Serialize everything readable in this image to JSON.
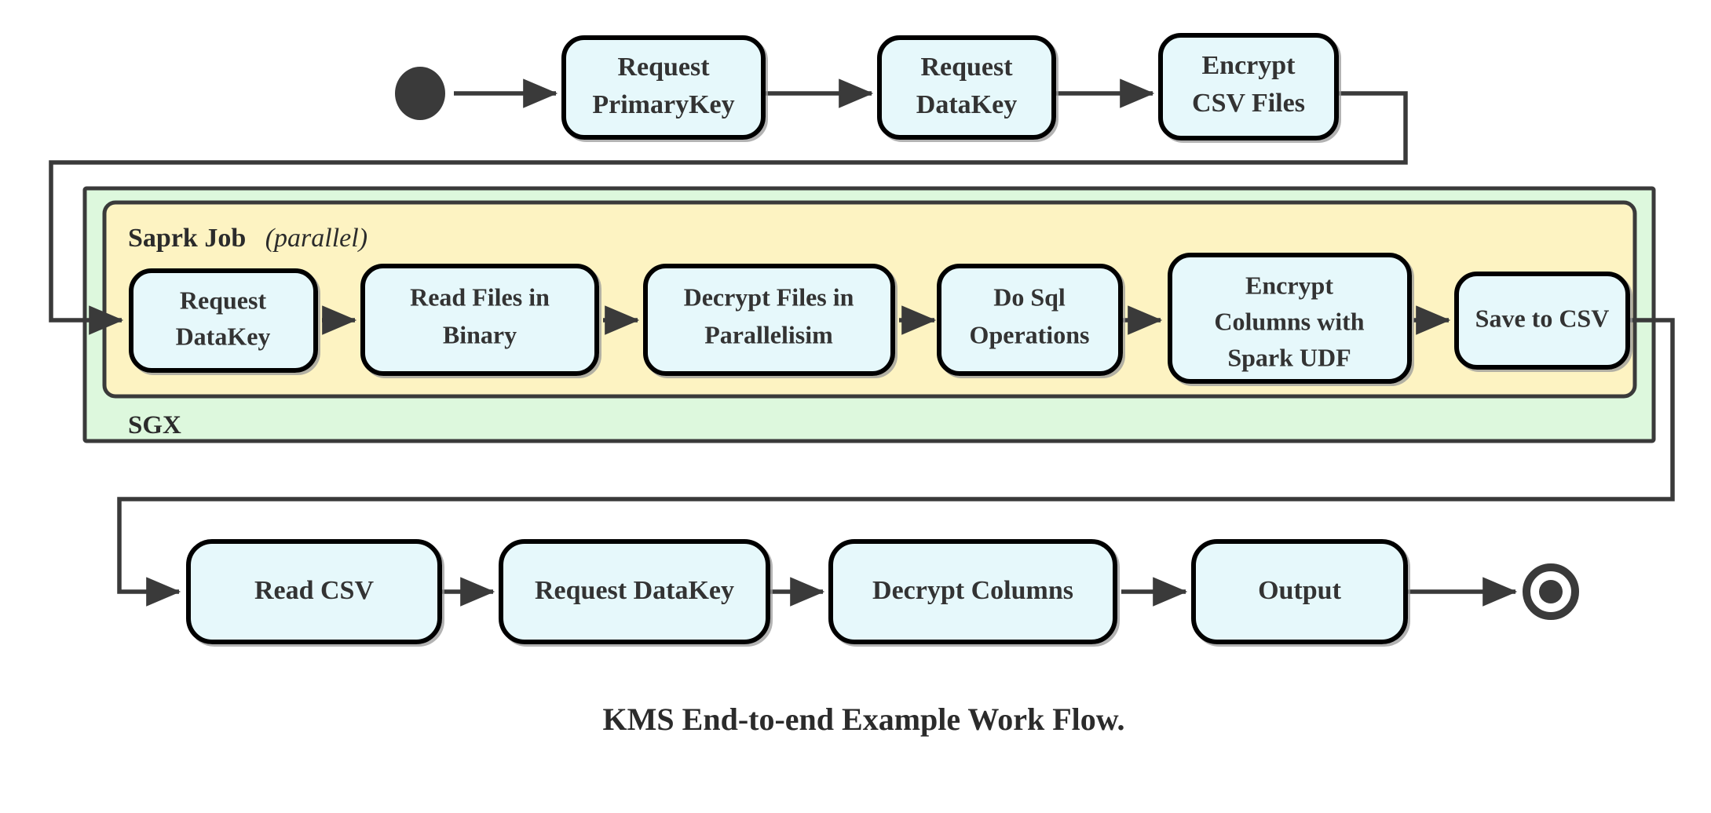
{
  "diagram": {
    "caption": "KMS End-to-end Example Work Flow.",
    "colors": {
      "node_fill": "#e6f8fb",
      "node_stroke": "#000000",
      "sgx_fill": "#ddf8dd",
      "spark_fill": "#fdf3c2",
      "container_stroke": "#3a3a3a",
      "edge": "#3a3a3a",
      "text": "#333333",
      "background": "#ffffff"
    },
    "containers": [
      {
        "id": "sgx",
        "label": "SGX",
        "fill": "#ddf8dd"
      },
      {
        "id": "spark",
        "label": "Saprk Job",
        "qualifier": "(parallel)",
        "qualifier_italic_text": "parallel",
        "fill": "#fdf3c2"
      }
    ],
    "start_node": {
      "name": "start",
      "shape": "filled-circle"
    },
    "end_node": {
      "name": "end",
      "shape": "donut-circle"
    },
    "rows": [
      {
        "id": "row-top",
        "nodes": [
          {
            "id": "request-primarykey",
            "lines": [
              "Request",
              "PrimaryKey"
            ]
          },
          {
            "id": "request-datakey-top",
            "lines": [
              "Request",
              "DataKey"
            ]
          },
          {
            "id": "encrypt-csv-files",
            "lines": [
              "Encrypt",
              "CSV Files"
            ]
          }
        ]
      },
      {
        "id": "row-spark",
        "nodes": [
          {
            "id": "request-datakey-spark",
            "lines": [
              "Request",
              "DataKey"
            ]
          },
          {
            "id": "read-files-in-binary",
            "lines": [
              "Read Files in",
              "Binary"
            ]
          },
          {
            "id": "decrypt-files-in-parallelisim",
            "lines": [
              "Decrypt Files in",
              "Parallelisim"
            ]
          },
          {
            "id": "do-sql-operations",
            "lines": [
              "Do Sql",
              "Operations"
            ]
          },
          {
            "id": "encrypt-columns-with-spark-udf",
            "lines": [
              "Encrypt",
              "Columns with",
              "Spark UDF"
            ]
          },
          {
            "id": "save-to-csv",
            "lines": [
              "Save to CSV"
            ]
          }
        ]
      },
      {
        "id": "row-bottom",
        "nodes": [
          {
            "id": "read-csv",
            "lines": [
              "Read CSV"
            ]
          },
          {
            "id": "request-datakey-bottom",
            "lines": [
              "Request DataKey"
            ]
          },
          {
            "id": "decrypt-columns",
            "lines": [
              "Decrypt Columns"
            ]
          },
          {
            "id": "output",
            "lines": [
              "Output"
            ]
          }
        ]
      }
    ],
    "edges": [
      {
        "from": "start",
        "to": "request-primarykey",
        "kind": "straight-arrow"
      },
      {
        "from": "request-primarykey",
        "to": "request-datakey-top",
        "kind": "straight-arrow"
      },
      {
        "from": "request-datakey-top",
        "to": "encrypt-csv-files",
        "kind": "straight-arrow"
      },
      {
        "from": "encrypt-csv-files",
        "to": "request-datakey-spark",
        "kind": "routed-loop-left"
      },
      {
        "from": "request-datakey-spark",
        "to": "read-files-in-binary",
        "kind": "straight-arrow"
      },
      {
        "from": "read-files-in-binary",
        "to": "decrypt-files-in-parallelisim",
        "kind": "straight-arrow"
      },
      {
        "from": "decrypt-files-in-parallelisim",
        "to": "do-sql-operations",
        "kind": "straight-arrow"
      },
      {
        "from": "do-sql-operations",
        "to": "encrypt-columns-with-spark-udf",
        "kind": "straight-arrow"
      },
      {
        "from": "encrypt-columns-with-spark-udf",
        "to": "save-to-csv",
        "kind": "straight-arrow"
      },
      {
        "from": "save-to-csv",
        "to": "read-csv",
        "kind": "routed-loop-right"
      },
      {
        "from": "read-csv",
        "to": "request-datakey-bottom",
        "kind": "straight-arrow"
      },
      {
        "from": "request-datakey-bottom",
        "to": "decrypt-columns",
        "kind": "straight-arrow"
      },
      {
        "from": "decrypt-columns",
        "to": "output",
        "kind": "straight-arrow"
      },
      {
        "from": "output",
        "to": "end",
        "kind": "straight-arrow"
      }
    ]
  }
}
